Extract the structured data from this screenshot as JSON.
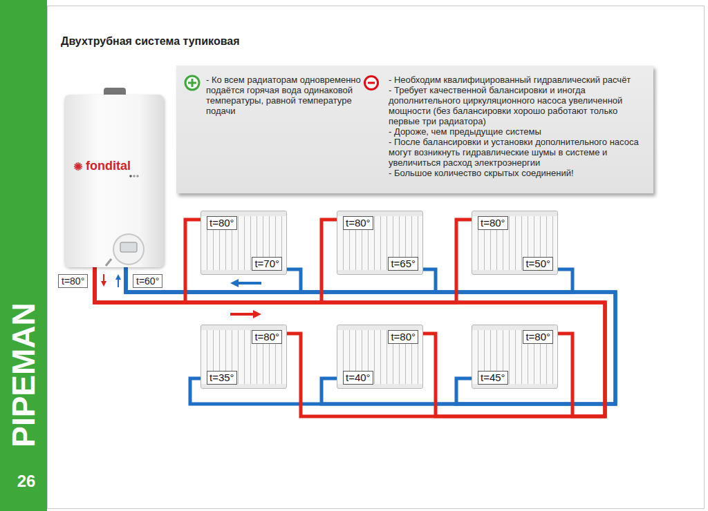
{
  "diagram": {
    "title": "Двухтрубная система тупиковая",
    "nodes": [
      {
        "text": [
          "- Ко всем радиаторам одновременно подаётся горячая вода одинаковой температуры, равной температуре подачи",
          "- Необходим квалифицированный гидравлический расчёт",
          "- Требует качественной балансировки и иногда дополнительного циркуляционного насоса увеличенной мощности (без балансировки хорошо работают только первые три радиатора)",
          "- Дороже, чем предыдущие системы",
          "- После балансировки и установки дополнительного насоса могут возникнуть гидравлические шумы в системе и увеличиться расход электроэнергии",
          "- Большое количество скрытых соединений!"
        ]
      },
      {
        "text": [
          "fondital"
        ]
      },
      {
        "text": [
          "t=80°"
        ]
      },
      {
        "text": [
          "t=60°"
        ]
      },
      {
        "text": [
          "t=80°",
          "t=70°"
        ]
      },
      {
        "text": [
          "t=80°",
          "t=65°"
        ]
      },
      {
        "text": [
          "t=80°",
          "t=50°"
        ]
      },
      {
        "text": [
          "t=80°",
          "t=35°"
        ]
      },
      {
        "text": [
          "t=80°",
          "t=40°"
        ]
      },
      {
        "text": [
          "t=80°",
          "t=45°"
        ]
      }
    ],
    "edges": [
      {
        "from": 1,
        "to": 4,
        "arrow": "none"
      },
      {
        "from": 1,
        "to": 5,
        "arrow": "none"
      },
      {
        "from": 1,
        "to": 6,
        "arrow": "none"
      },
      {
        "from": 1,
        "to": 7,
        "arrow": "none"
      },
      {
        "from": 1,
        "to": 8,
        "arrow": "none"
      },
      {
        "from": 1,
        "to": 9,
        "arrow": "none"
      },
      {
        "from": 4,
        "to": 1,
        "arrow": "none"
      },
      {
        "from": 5,
        "to": 1,
        "arrow": "none"
      },
      {
        "from": 6,
        "to": 1,
        "arrow": "none"
      },
      {
        "from": 7,
        "to": 1,
        "arrow": "none"
      },
      {
        "from": 8,
        "to": 1,
        "arrow": "none"
      },
      {
        "from": 9,
        "to": 1,
        "arrow": "none"
      }
    ],
    "labels": [
      "PIPEMAN",
      "26"
    ]
  }
}
